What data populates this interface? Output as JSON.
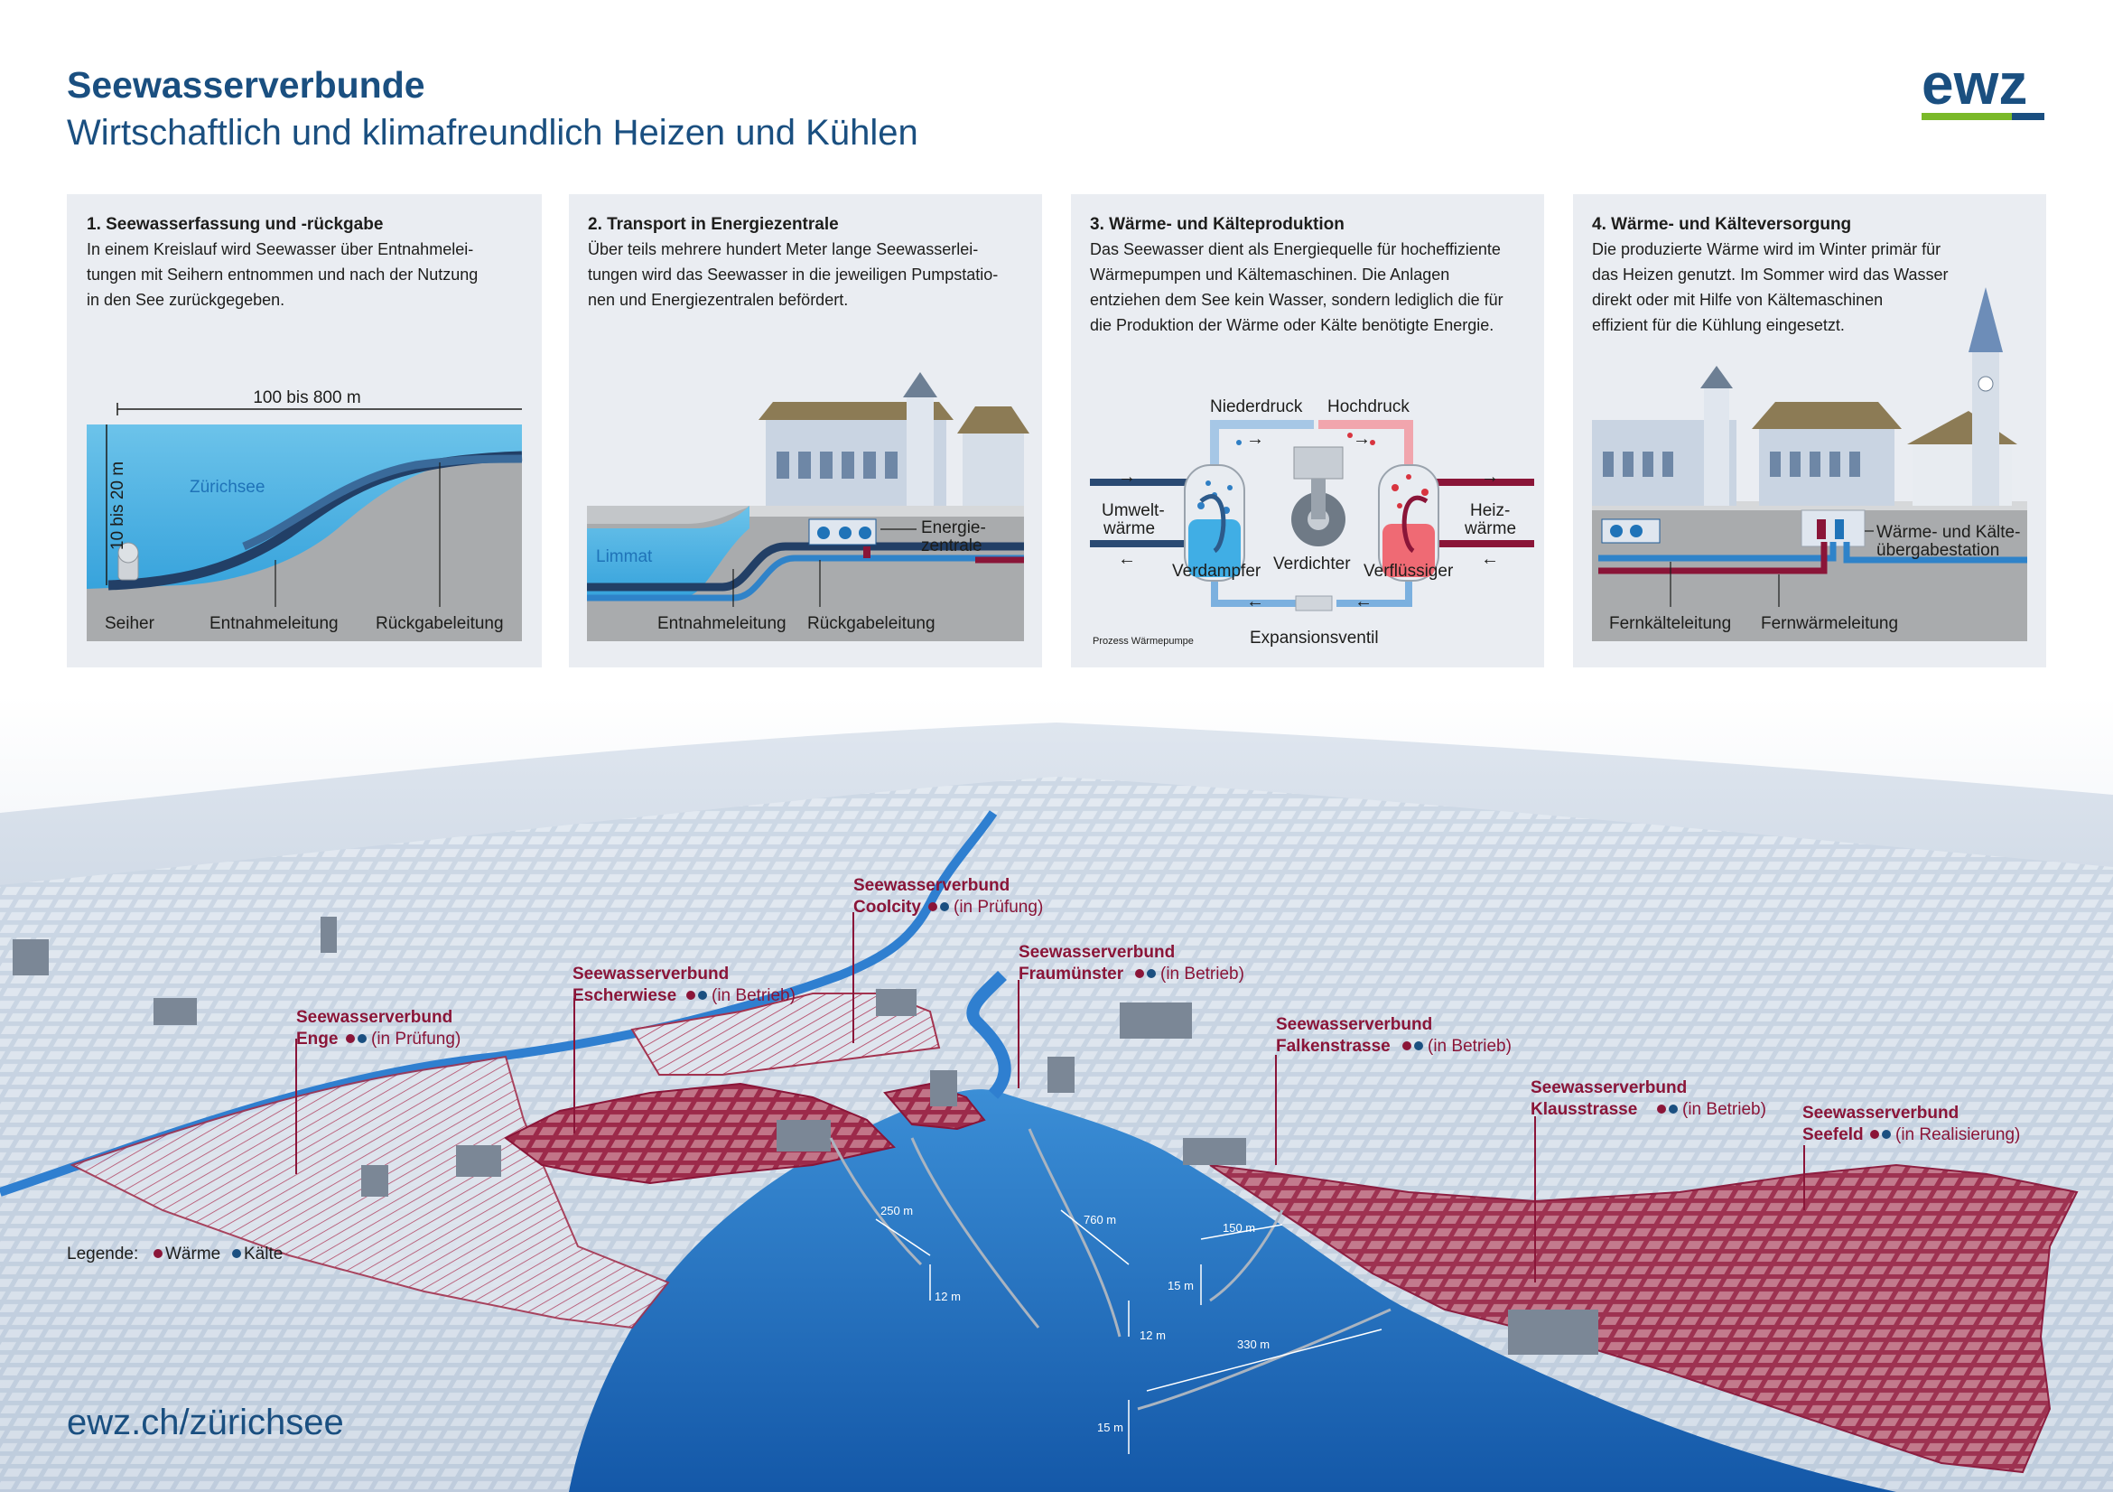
{
  "header": {
    "title": "Seewasserverbunde",
    "subtitle": "Wirtschaftlich und klimafreundlich Heizen und Kühlen",
    "logo_text": "ewz"
  },
  "colors": {
    "brand_blue": "#1a4f80",
    "brand_green": "#7ab929",
    "heat_red": "#8a1538",
    "cold_blue": "#1f73b8",
    "panel_bg": "#eaedf2"
  },
  "panels": [
    {
      "heading": "1. Seewasserfassung und -rückgabe",
      "lines": [
        "In einem Kreislauf wird Seewasser über Entnahmelei-",
        "tungen mit Seihern entnommen und nach der Nutzung",
        "in den See zurückgegeben."
      ],
      "labels": {
        "span": "100 bis 800 m",
        "depth": "10 bis 20 m",
        "lake": "Zürichsee",
        "strainer": "Seiher",
        "intake": "Entnahmeleitung",
        "return": "Rückgabeleitung"
      }
    },
    {
      "heading": "2. Transport in Energiezentrale",
      "lines": [
        "Über teils mehrere hundert Meter lange Seewasserlei-",
        "tungen wird das Seewasser in die jeweiligen Pumpstatio-",
        "nen und Energiezentralen befördert."
      ],
      "labels": {
        "river": "Limmat",
        "center_1": "Energie-",
        "center_2": "zentrale",
        "intake": "Entnahmeleitung",
        "return": "Rückgabeleitung"
      }
    },
    {
      "heading": "3. Wärme- und Kälteproduktion",
      "lines": [
        "Das Seewasser dient als Energiequelle für hocheffiziente",
        "Wärmepumpen und Kältemaschinen. Die Anlagen",
        "entziehen dem See kein Wasser, sondern lediglich die für",
        "die Produktion der Wärme oder Kälte benötigte Energie."
      ],
      "labels": {
        "low": "Niederdruck",
        "high": "Hochdruck",
        "env_1": "Umwelt-",
        "env_2": "wärme",
        "heat_1": "Heiz-",
        "heat_2": "wärme",
        "evap": "Verdampfer",
        "comp": "Verdichter",
        "cond": "Verflüssiger",
        "valve": "Expansionsventil",
        "caption": "Prozess Wärmepumpe"
      }
    },
    {
      "heading": "4. Wärme- und Kälteversorgung",
      "lines": [
        "Die produzierte Wärme wird im Winter primär für",
        "das Heizen genutzt. Im Sommer wird das Wasser",
        "direkt oder mit Hilfe von Kältemaschinen",
        "effizient für die Kühlung eingesetzt."
      ],
      "labels": {
        "station_1": "Wärme- und Kälte-",
        "station_2": "übergabestation",
        "cold_line": "Fernkälteleitung",
        "heat_line": "Fernwärmeleitung"
      }
    }
  ],
  "map": {
    "networks": [
      {
        "name": "Seewasserverbund",
        "place": "Coolcity",
        "status": "(in Prüfung)"
      },
      {
        "name": "Seewasserverbund",
        "place": "Fraumünster",
        "status": "(in Betrieb)"
      },
      {
        "name": "Seewasserverbund",
        "place": "Escherwiese",
        "status": "(in Betrieb)"
      },
      {
        "name": "Seewasserverbund",
        "place": "Enge",
        "status": "(in Prüfung)"
      },
      {
        "name": "Seewasserverbund",
        "place": "Falkenstrasse",
        "status": "(in Betrieb)"
      },
      {
        "name": "Seewasserverbund",
        "place": "Klausstrasse",
        "status": "(in Betrieb)"
      },
      {
        "name": "Seewasserverbund",
        "place": "Seefeld",
        "status": "(in Realisierung)"
      }
    ],
    "distances": [
      "250 m",
      "12 m",
      "760 m",
      "12 m",
      "150 m",
      "15 m",
      "330 m",
      "15 m"
    ],
    "legend": {
      "title": "Legende:",
      "heat": "Wärme",
      "cold": "Kälte"
    },
    "url": "ewz.ch/zürichsee"
  }
}
